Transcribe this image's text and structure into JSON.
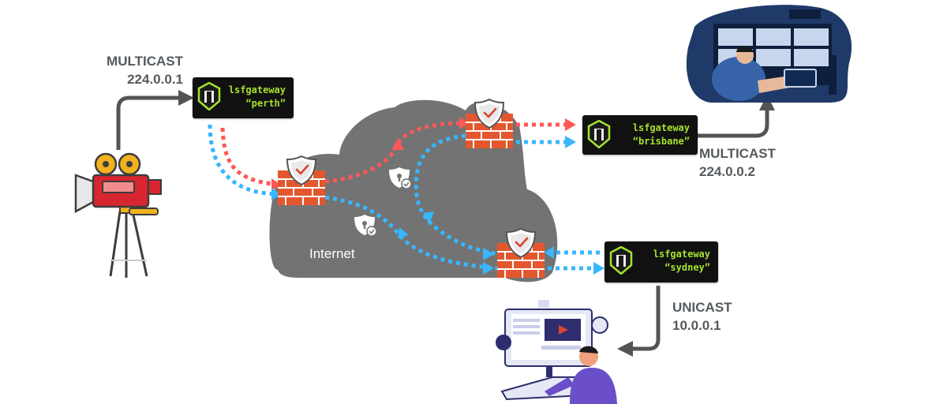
{
  "sources": {
    "multicast_source": {
      "line1": "MULTICAST",
      "line2": "224.0.0.1"
    },
    "multicast_brisbane": {
      "line1": "MULTICAST",
      "line2": "224.0.0.2"
    },
    "unicast_sydney": {
      "line1": "UNICAST",
      "line2": "10.0.0.1"
    }
  },
  "gateways": {
    "perth": {
      "name": "lsfgateway",
      "site": "“perth”"
    },
    "brisbane": {
      "name": "lsfgateway",
      "site": "“brisbane”"
    },
    "sydney": {
      "name": "lsfgateway",
      "site": "“sydney”"
    }
  },
  "cloud": {
    "label": "Internet"
  },
  "colors": {
    "red_path": "#ff5757",
    "blue_path": "#38b6ff",
    "cloud": "#737373",
    "gateway_text": "#a6e22e",
    "firewall": "#e4572e",
    "arrow": "#545454"
  },
  "icons": [
    "video-camera-icon",
    "shield-check-icon",
    "firewall-icon",
    "gateway-door-icon",
    "video-wall-icon",
    "computer-user-icon"
  ]
}
